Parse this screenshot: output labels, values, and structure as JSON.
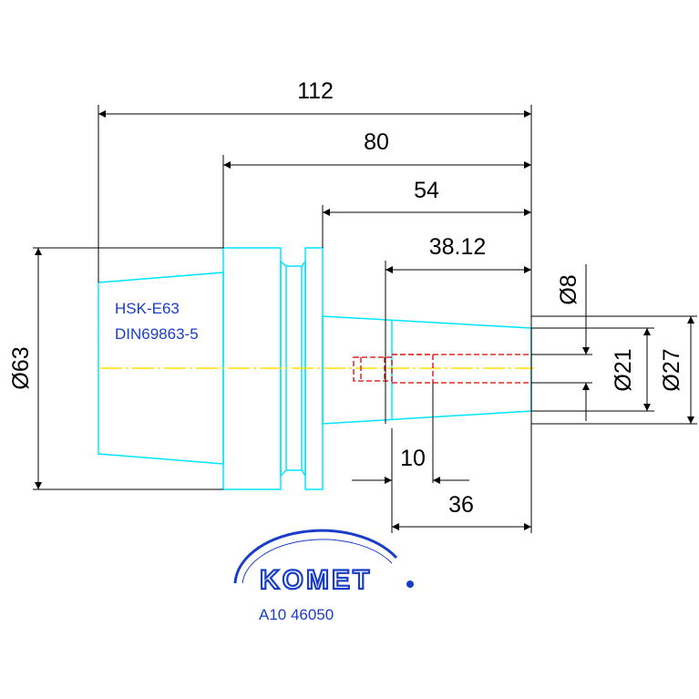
{
  "colors": {
    "outline": "#00e5ff",
    "dimension": "#000000",
    "centerline": "#ffe000",
    "hidden": "#e00000",
    "label": "#1a3dc8",
    "logo": "#1a3dc8"
  },
  "dimensions": {
    "overall_length": "112",
    "length_80": "80",
    "length_54": "54",
    "length_38": "38.12",
    "thread_depth": "10",
    "bore_depth": "36",
    "dia_63": "Ø63",
    "dia_8": "Ø8",
    "dia_21": "Ø21",
    "dia_27": "Ø27"
  },
  "labels": {
    "interface_line1": "HSK-E63",
    "interface_line2": "DIN69863-5",
    "brand": "KOMET",
    "part_number": "A10 46050"
  }
}
